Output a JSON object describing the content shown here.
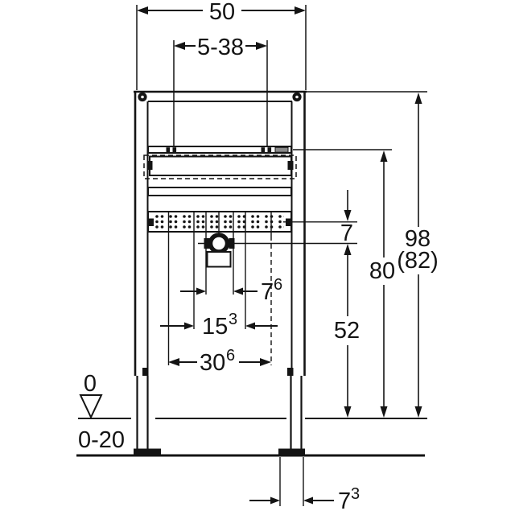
{
  "drawing_title": "washbasin-installation-frame-dimension-drawing",
  "dimensions": {
    "frame_width": "50",
    "adjustment_range": "5-38",
    "height_total": "98",
    "height_total_alt": "(82)",
    "rail_height": "80",
    "trap_height": "52",
    "trap_offset": "7",
    "drain_width": {
      "base": "7",
      "sup": "6"
    },
    "supply_spacing": {
      "base": "15",
      "sup": "3"
    },
    "leg_spacing": {
      "base": "30",
      "sup": "6"
    },
    "foot_width": {
      "base": "7",
      "sup": "3"
    },
    "floor_level": "0",
    "floor_adjust_range": "0-20"
  },
  "colors": {
    "line": "#141414",
    "background": "#ffffff",
    "slider_block": "#8a8a8a"
  }
}
